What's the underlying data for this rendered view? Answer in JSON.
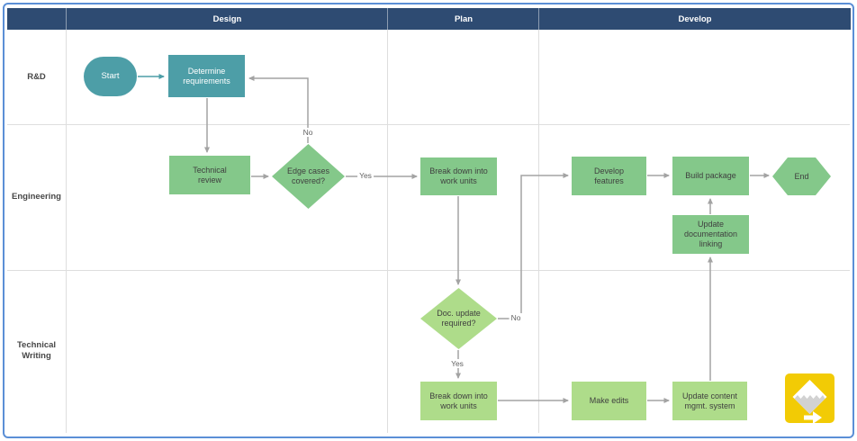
{
  "phases": {
    "design": "Design",
    "plan": "Plan",
    "develop": "Develop"
  },
  "lanes": {
    "rd": "R&D",
    "engineering": "Engineering",
    "technical_writing": "Technical Writing"
  },
  "nodes": {
    "start": "Start",
    "determine_requirements": "Determine requirements",
    "technical_review": "Technical review",
    "edge_cases_covered": "Edge cases covered?",
    "break_down_work_units_plan": "Break down into work units",
    "develop_features": "Develop features",
    "build_package": "Build package",
    "end": "End",
    "update_documentation_linking": "Update documentation linking",
    "doc_update_required": "Doc. update required?",
    "break_down_work_units_writing": "Break down into work units",
    "make_edits": "Make edits",
    "update_content_mgmt_system": "Update content mgmt. system"
  },
  "edge_labels": {
    "edge_cases_no": "No",
    "edge_cases_yes": "Yes",
    "doc_update_no": "No",
    "doc_update_yes": "Yes"
  },
  "colors": {
    "frame-blue": "#5b8fd6",
    "header-navy": "#2e4b72",
    "teal": "#4d9ea7",
    "green-medium": "#84c88a",
    "green-light": "#aedc8a",
    "connector-gray": "#a3a3a3",
    "grid-gray": "#dedede",
    "label-gray": "#636363",
    "shape-text": "#3f3f3f",
    "logo-yellow": "#f2cb05"
  }
}
